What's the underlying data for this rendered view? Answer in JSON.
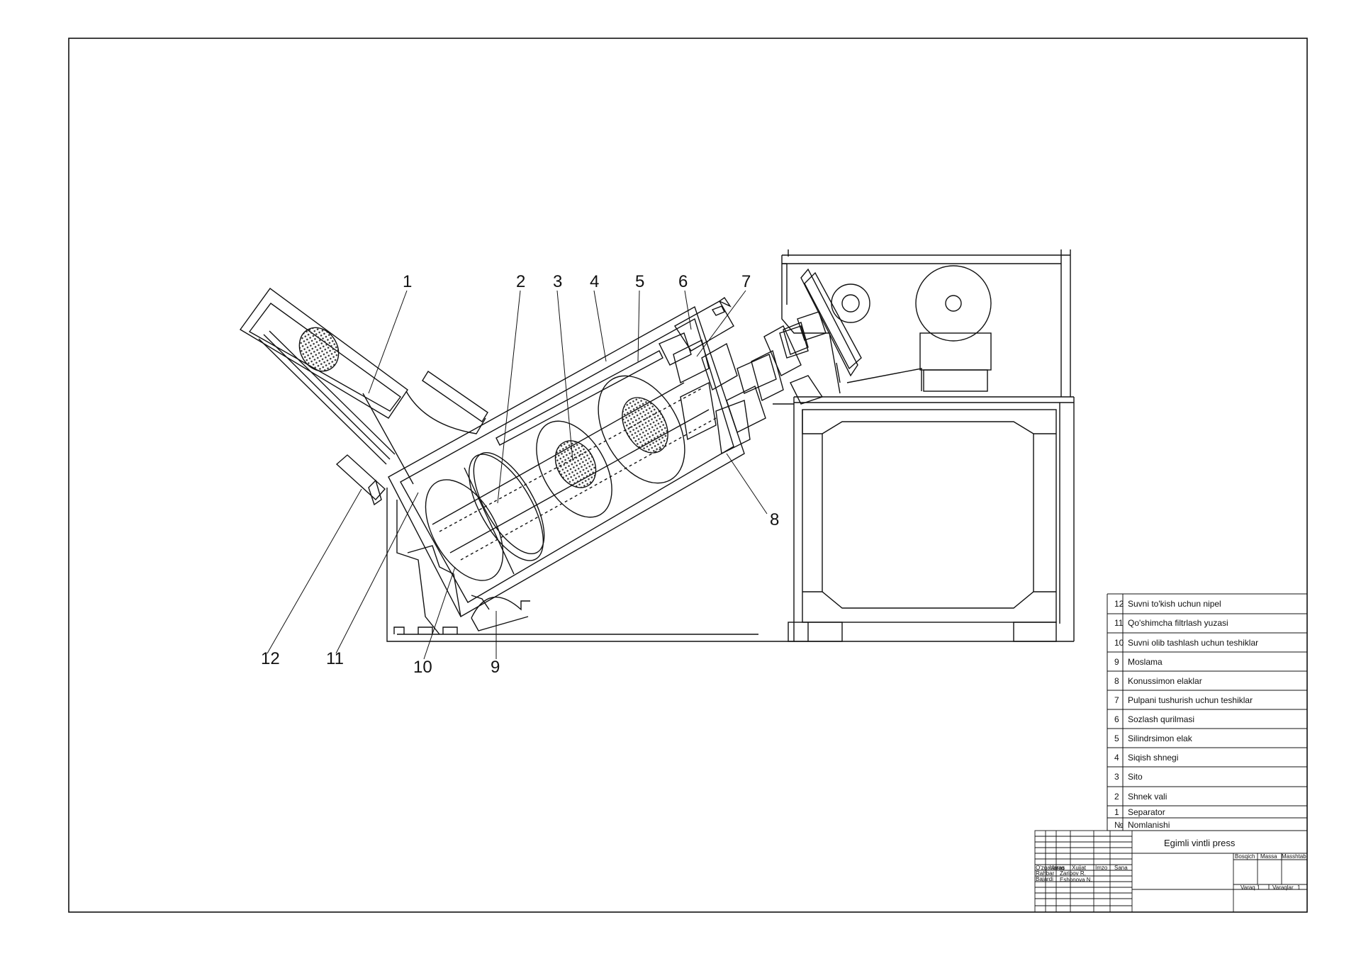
{
  "callouts": [
    {
      "num": "1"
    },
    {
      "num": "2"
    },
    {
      "num": "3"
    },
    {
      "num": "4"
    },
    {
      "num": "5"
    },
    {
      "num": "6"
    },
    {
      "num": "7"
    },
    {
      "num": "8"
    },
    {
      "num": "9"
    },
    {
      "num": "10"
    },
    {
      "num": "11"
    },
    {
      "num": "12"
    }
  ],
  "parts_list": {
    "header_no": "№",
    "header_name": "Nomlanishi",
    "rows": [
      {
        "no": "12",
        "name": "Suvni to'kish uchun nipel"
      },
      {
        "no": "11",
        "name": "Qo'shimcha filtrlash yuzasi"
      },
      {
        "no": "10",
        "name": "Suvni olib tashlash uchun teshiklar"
      },
      {
        "no": "9",
        "name": "Moslama"
      },
      {
        "no": "8",
        "name": "Konussimon elaklar"
      },
      {
        "no": "7",
        "name": "Pulpani tushurish uchun teshiklar"
      },
      {
        "no": "6",
        "name": "Sozlash qurilmasi"
      },
      {
        "no": "5",
        "name": "Silindrsimon elak"
      },
      {
        "no": "4",
        "name": "Siqish shnegi"
      },
      {
        "no": "3",
        "name": "Sito"
      },
      {
        "no": "2",
        "name": "Shnek vali"
      },
      {
        "no": "1",
        "name": "Separator"
      }
    ]
  },
  "title_block": {
    "drawing_title": "Egimli vintli press",
    "col_change": "O'zgartaras",
    "col_sheet": "Varaq",
    "col_doc": "Xujjat",
    "col_sign": "Imzo",
    "col_date": "Sana",
    "role_supervisor": "Rahbar",
    "role_author": "Bajardi",
    "name_supervisor": "Zaripov R.",
    "name_author": "Eshonova N.",
    "stage": "Bosqich",
    "mass": "Massa",
    "scale": "Masshtab",
    "sheet_label": "Varaq",
    "sheet_no": "1",
    "sheets_label": "Varaqlar",
    "sheets_total": "1"
  }
}
